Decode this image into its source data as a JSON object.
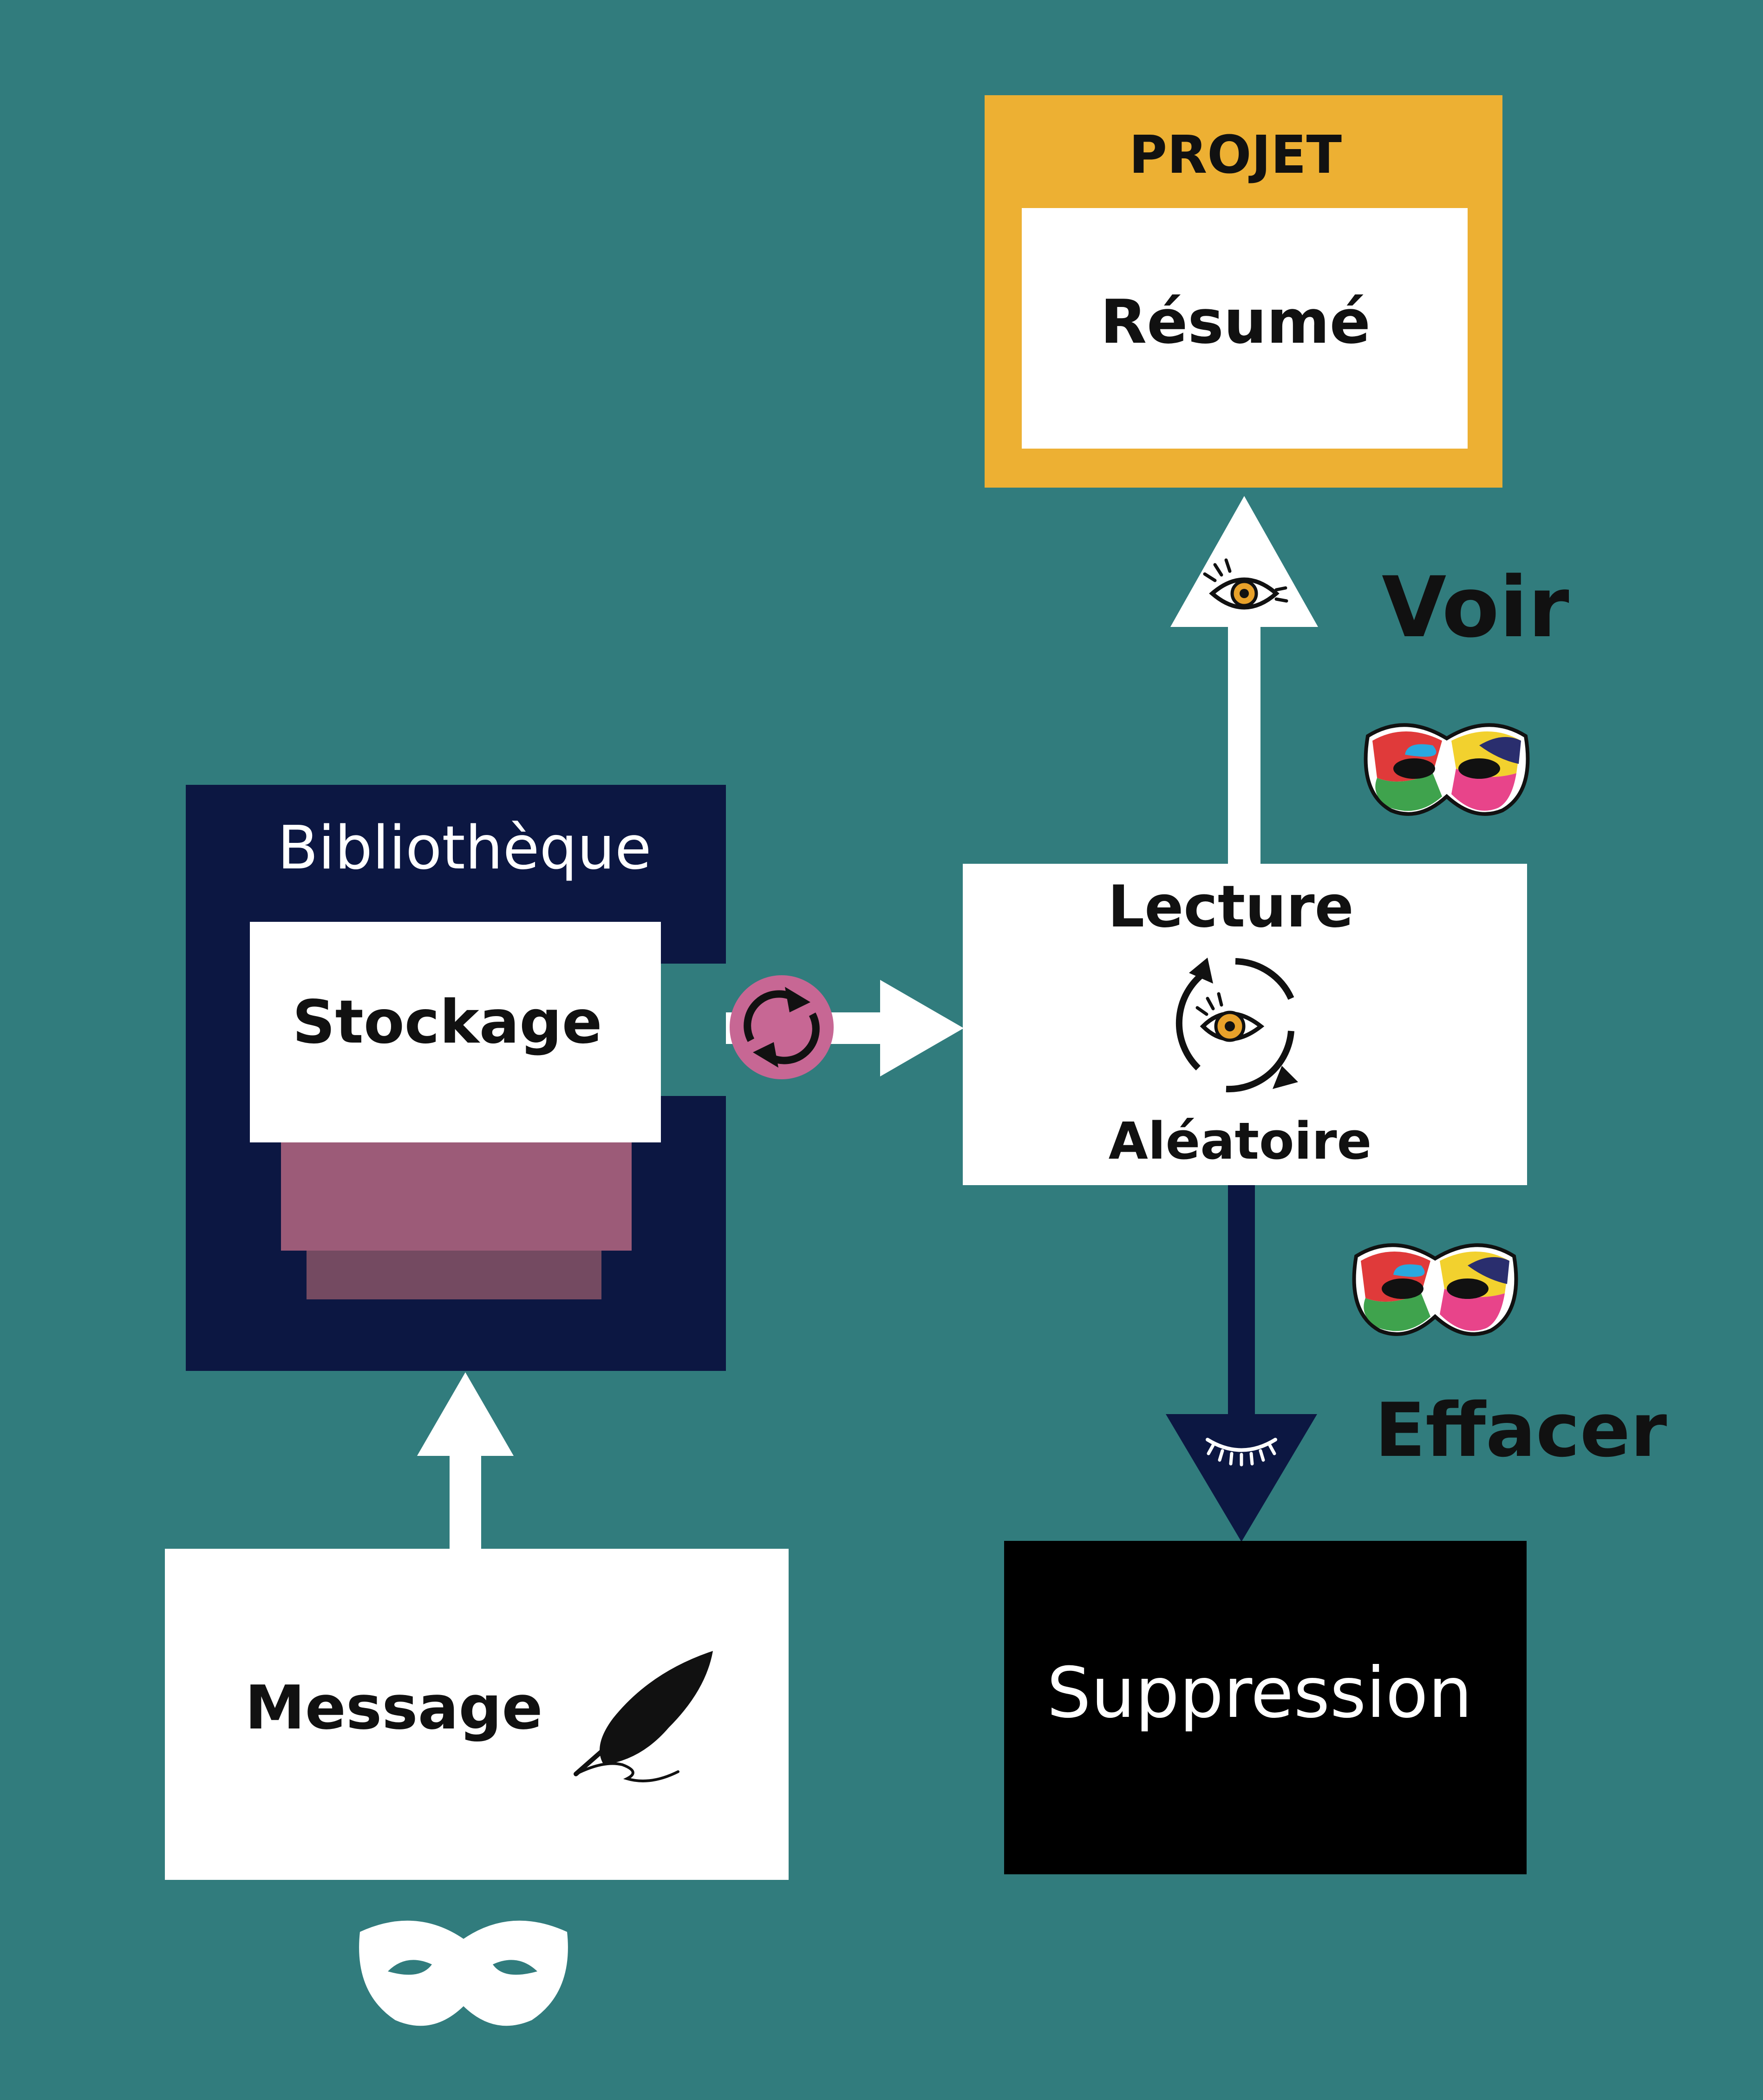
{
  "colors": {
    "background": "#317C7D",
    "project_frame": "#EDB033",
    "library_frame": "#0C1742",
    "stack_light": "#9C5B78",
    "stack_dark": "#744A61",
    "sync_badge": "#C76794",
    "eye_iris": "#E8A12A",
    "delete_box": "#000000",
    "delete_arrow": "#0C1742",
    "white": "#FFFFFF"
  },
  "project": {
    "title": "PROJET",
    "summary": "Résumé"
  },
  "library": {
    "title": "Bibliothèque",
    "storage": "Stockage"
  },
  "reading": {
    "title": "Lecture",
    "subtitle": "Aléatoire"
  },
  "actions": {
    "view": "Voir",
    "erase": "Effacer"
  },
  "deletion": {
    "label": "Suppression"
  },
  "message": {
    "label": "Message"
  },
  "icons": {
    "open_eye": "eye-icon",
    "closed_eye": "closed-eye-icon",
    "sync": "sync-icon",
    "random_cycle": "cycle-eye-icon",
    "quill": "quill-icon",
    "colorful_mask": "carnival-mask-icon",
    "white_mask": "mask-icon"
  }
}
